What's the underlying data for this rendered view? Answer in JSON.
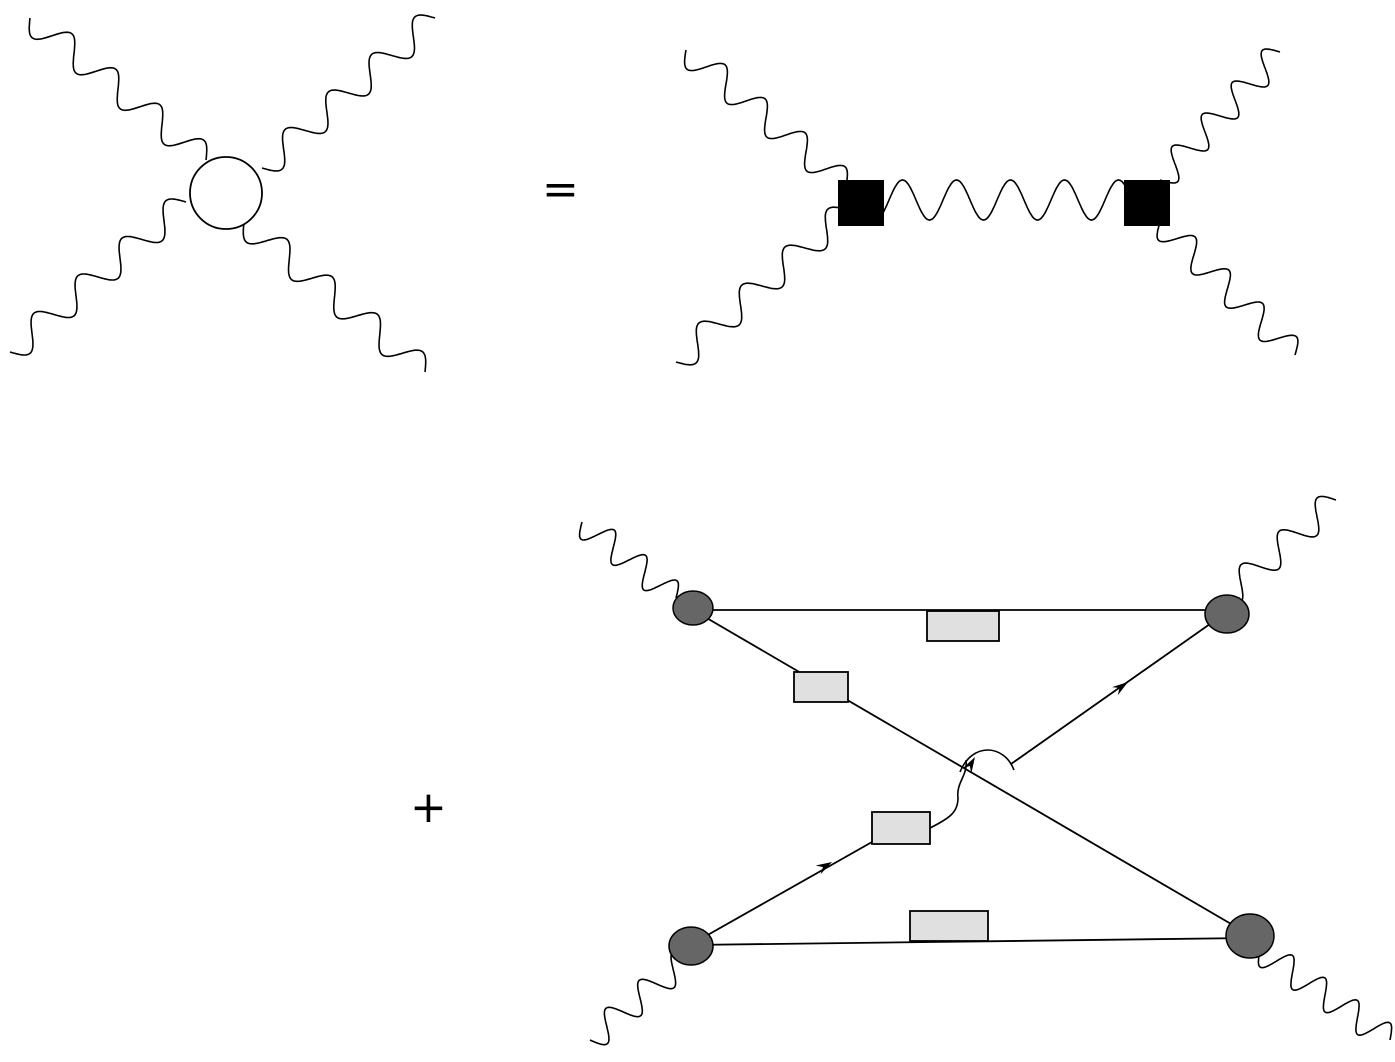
{
  "symbols": {
    "equals": "=",
    "plus": "+"
  },
  "colors": {
    "line": "#000000",
    "effective_vertex": "#000000",
    "internal_vertex": "#666666",
    "propagator_box": "#e0e0e0"
  },
  "diagrams": [
    {
      "name": "four-photon-loop-vertex",
      "external_lines": 4,
      "vertex": "open-circle"
    },
    {
      "name": "tree-exchange",
      "external_lines": 4,
      "vertex": "filled-square",
      "internal_lines": 1
    },
    {
      "name": "box-loop-exchange",
      "external_lines": 4,
      "vertex": "filled-circle",
      "propagator_boxes": 4,
      "arrowed_lines": 2
    }
  ]
}
